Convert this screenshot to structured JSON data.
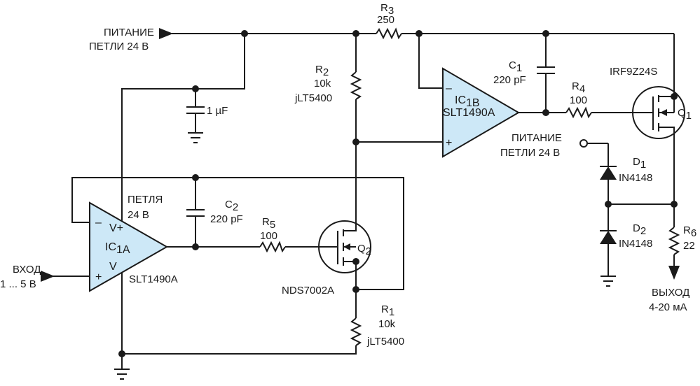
{
  "labels": {
    "supply_top_line1": "ПИТАНИЕ",
    "supply_top_line2": "ПЕТЛИ 24 В",
    "supply_right_line1": "ПИТАНИЕ",
    "supply_right_line2": "ПЕТЛИ 24 В",
    "loop_line1": "ПЕТЛЯ",
    "loop_line2": "24 В",
    "input_line1": "ВХОД",
    "input_line2": "1 ... 5 В",
    "output_line1": "ВЫХОД",
    "output_line2": "4-20 мА"
  },
  "components": {
    "r3": {
      "ref": "R",
      "sub": "3",
      "value": "250"
    },
    "r2": {
      "ref": "R",
      "sub": "2",
      "value": "10k",
      "part": "jLT5400"
    },
    "r1": {
      "ref": "R",
      "sub": "1",
      "value": "10k",
      "part": "jLT5400"
    },
    "r4": {
      "ref": "R",
      "sub": "4",
      "value": "100"
    },
    "r5": {
      "ref": "R",
      "sub": "5",
      "value": "100"
    },
    "r6": {
      "ref": "R",
      "sub": "6",
      "value": "22"
    },
    "c1": {
      "ref": "C",
      "sub": "1",
      "value": "220 pF"
    },
    "c2": {
      "ref": "C",
      "sub": "2",
      "value": "220 pF"
    },
    "c_bypass": {
      "value": "1 µF"
    },
    "d1": {
      "ref": "D",
      "sub": "1",
      "part": "IN4148"
    },
    "d2": {
      "ref": "D",
      "sub": "2",
      "part": "IN4148"
    },
    "q1": {
      "ref": "Q",
      "sub": "1",
      "part": "IRF9Z24S"
    },
    "q2": {
      "ref": "Q",
      "sub": "2",
      "part": "NDS7002A"
    },
    "ic1a": {
      "ref": "IC",
      "sub": "1A",
      "part": "SLT1490A",
      "pin_minus": "–",
      "pin_plus": "+",
      "pin_vplus": "V+",
      "pin_vminus": "V"
    },
    "ic1b": {
      "ref": "IC",
      "sub": "1B",
      "part": "SLT1490A",
      "pin_minus": "–",
      "pin_plus": "+"
    }
  },
  "colors": {
    "amp_fill": "#cde8f7",
    "wire": "#1a1a1a",
    "background": "#ffffff"
  }
}
